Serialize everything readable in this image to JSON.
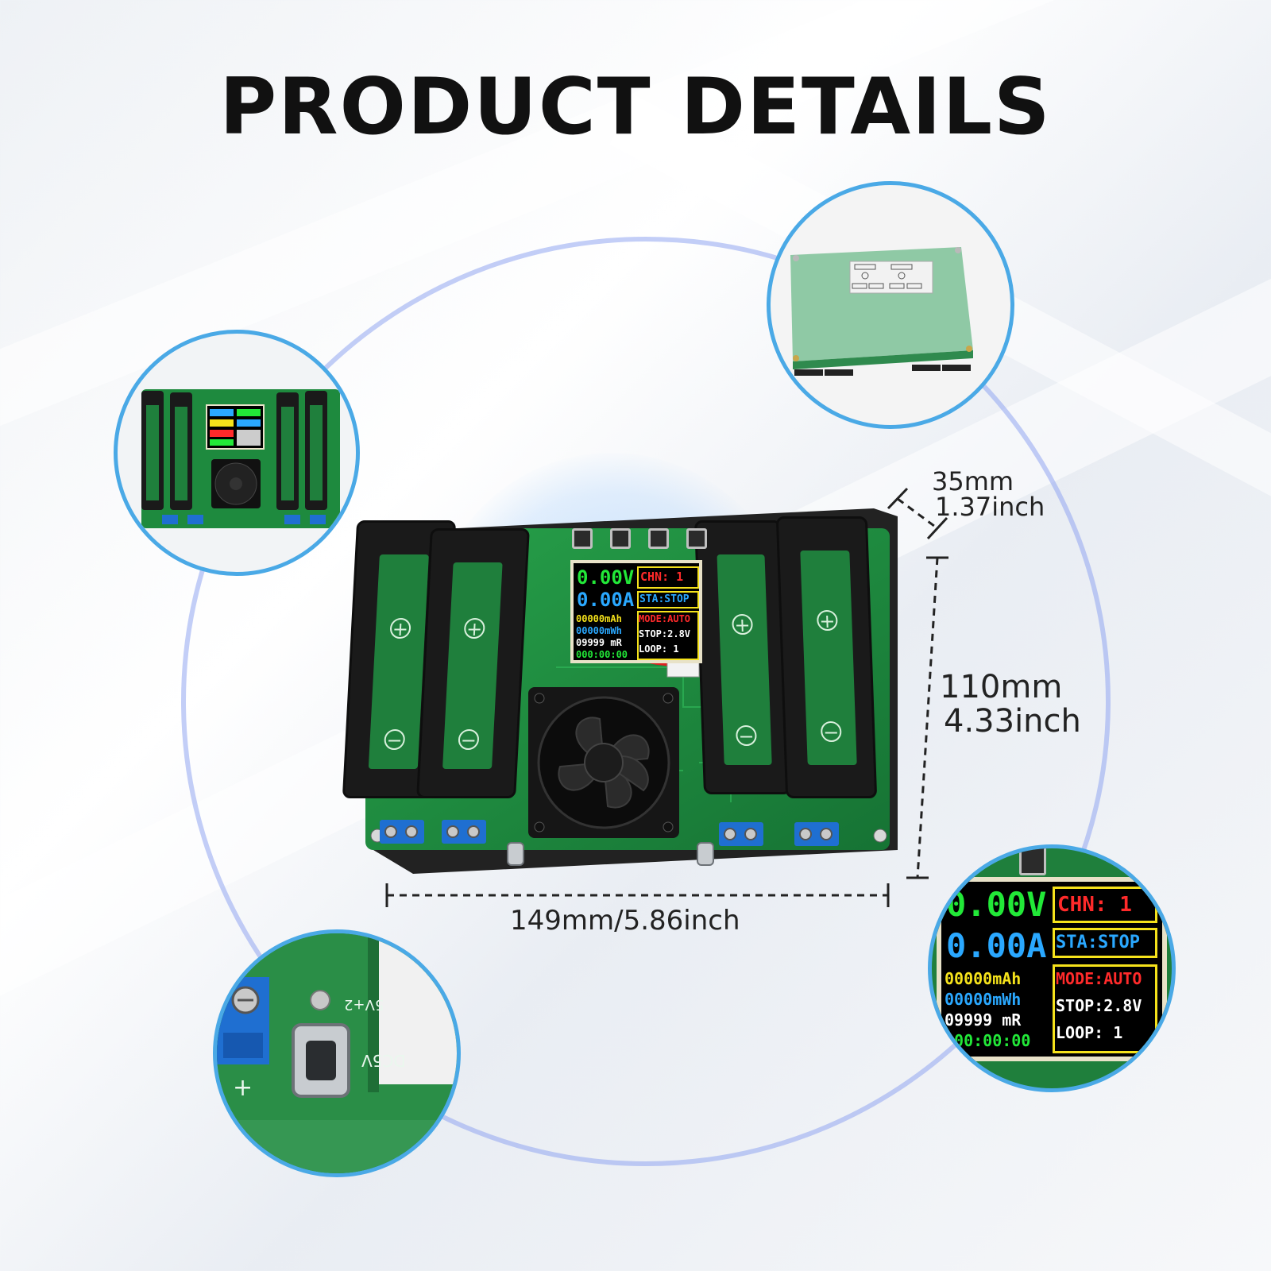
{
  "title": "PRODUCT DETAILS",
  "dimensions": {
    "height": {
      "mm": "35mm",
      "inch": "1.37inch"
    },
    "depth": {
      "mm": "110mm",
      "inch": "4.33inch"
    },
    "width": {
      "label": "149mm/5.86inch"
    }
  },
  "lcd": {
    "voltage": "0.00V",
    "current": "0.00A",
    "channel": "CHN: 1",
    "status": "STA:STOP",
    "mode": "MODE:AUTO",
    "capacity": "00000mAh",
    "energy": "00000mWh",
    "resistance": "09999 mR",
    "time": "000:00:00",
    "stop": "STOP:2.8V",
    "loop": "LOOP: 1"
  },
  "labels": {
    "plus": "+",
    "minus": "−",
    "dc_port": "DC5V",
    "power_port": "5V+2"
  },
  "colors": {
    "accent_ring": "#4aa9e6",
    "pcb_green": "#1e8a3e",
    "lcd_green": "#22e838",
    "lcd_blue": "#2aa8ff",
    "lcd_yellow": "#f5e21b",
    "lcd_red": "#ff2a2a",
    "lcd_white": "#ffffff",
    "terminal_blue": "#1f6fd1"
  }
}
